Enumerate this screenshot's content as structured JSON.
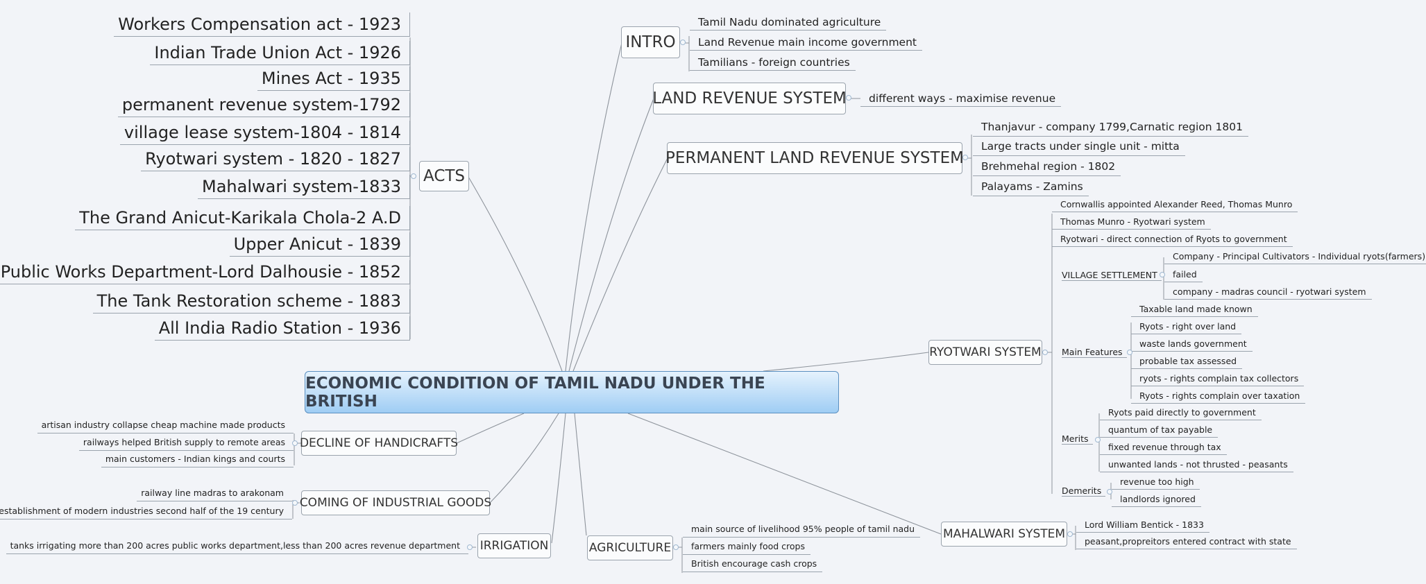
{
  "central": "ECONOMIC CONDITION OF TAMIL NADU UNDER THE BRITISH",
  "acts": {
    "label": "ACTS",
    "items": [
      "Workers Compensation act - 1923",
      "Indian Trade Union Act - 1926",
      "Mines Act - 1935",
      "permanent revenue system-1792",
      "village lease system-1804 - 1814",
      "Ryotwari system - 1820 - 1827",
      "Mahalwari system-1833",
      "The Grand Anicut-Karikala Chola-2 A.D",
      "Upper Anicut - 1839",
      "Public Works Department-Lord Dalhousie - 1852",
      "The Tank Restoration scheme - 1883",
      "All India Radio Station - 1936"
    ]
  },
  "intro": {
    "label": "INTRO",
    "items": [
      "Tamil Nadu dominated agriculture",
      "Land Revenue main income government",
      "Tamilians - foreign countries"
    ]
  },
  "land_revenue": {
    "label": "LAND REVENUE SYSTEM",
    "items": [
      "different ways - maximise revenue"
    ]
  },
  "permanent": {
    "label": "PERMANENT LAND REVENUE SYSTEM",
    "items": [
      "Thanjavur - company 1799,Carnatic region 1801",
      "Large tracts under single unit - mitta",
      "Brehmehal region - 1802",
      "Palayams - Zamins"
    ]
  },
  "ryotwari": {
    "label": "RYOTWARI SYSTEM",
    "top": [
      "Cornwallis appointed Alexander Reed, Thomas Munro",
      "Thomas Munro - Ryotwari system",
      "Ryotwari - direct connection of Ryots to government"
    ],
    "village_label": "VILLAGE SETTLEMENT",
    "village": [
      "Company - Principal Cultivators - Individual ryots(farmers)",
      "failed",
      "company - madras council - ryotwari system"
    ],
    "features_label": "Main Features",
    "features": [
      "Taxable land made known",
      "Ryots - right over land",
      "waste lands government",
      "probable tax assessed",
      "ryots - rights complain tax collectors",
      "Ryots - rights complain over taxation"
    ],
    "merits_label": "Merits",
    "merits": [
      "Ryots paid directly to government",
      "quantum of tax payable",
      "fixed revenue through tax",
      "unwanted lands - not thrusted - peasants"
    ],
    "demerits_label": "Demerits",
    "demerits": [
      "revenue too high",
      "landlords ignored"
    ]
  },
  "mahalwari": {
    "label": "MAHALWARI SYSTEM",
    "items": [
      "Lord William Bentick - 1833",
      "peasant,propreitors entered contract with state"
    ]
  },
  "agriculture": {
    "label": "AGRICULTURE",
    "items": [
      "main source of livelihood 95% people of tamil nadu",
      "farmers mainly food crops",
      "British encourage cash crops"
    ]
  },
  "irrigation": {
    "label": "IRRIGATION",
    "items": [
      "tanks irrigating more than 200 acres public works department,less than 200 acres revenue department"
    ]
  },
  "industrial": {
    "label": "COMING OF INDUSTRIAL GOODS",
    "items": [
      "railway line madras to arakonam",
      "establishment of modern industries second half of the 19 century"
    ]
  },
  "handicrafts": {
    "label": "DECLINE OF HANDICRAFTS",
    "items": [
      "artisan industry collapse cheap machine made products",
      "railways helped British supply to remote areas",
      "main customers - Indian kings and courts"
    ]
  }
}
